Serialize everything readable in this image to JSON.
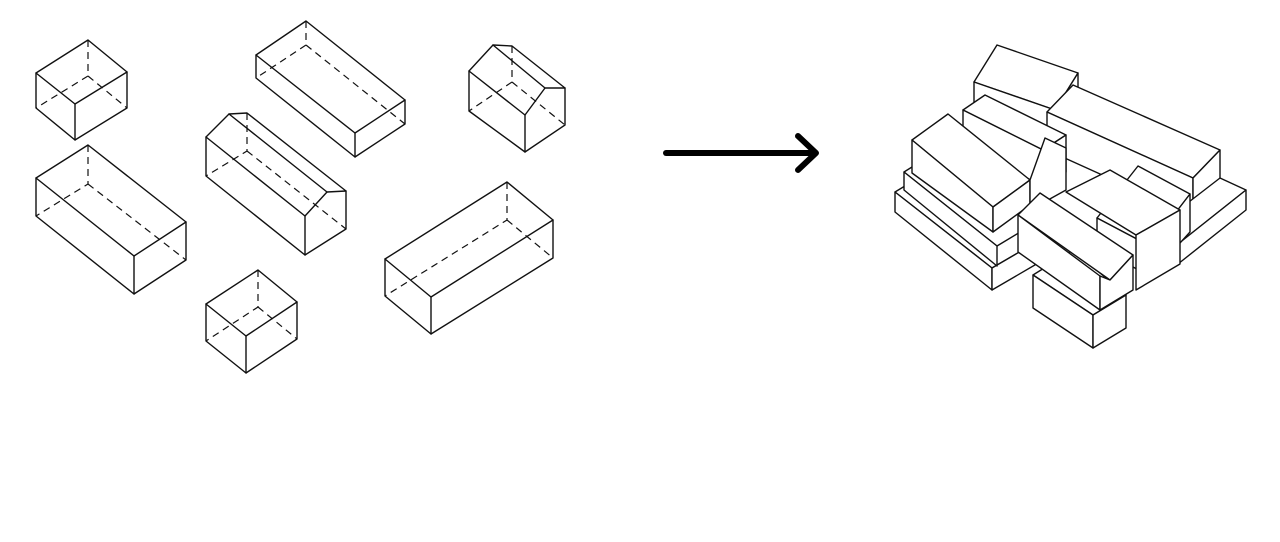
{
  "diagram": {
    "left_group": {
      "label": "",
      "items": [
        {
          "shape": "box",
          "roof": "flat"
        },
        {
          "shape": "box",
          "roof": "flat"
        },
        {
          "shape": "box",
          "roof": "flat"
        },
        {
          "shape": "box",
          "roof": "gable"
        },
        {
          "shape": "box",
          "roof": "gable"
        },
        {
          "shape": "box",
          "roof": "flat"
        },
        {
          "shape": "box",
          "roof": "flat"
        }
      ]
    },
    "arrow": {
      "direction": "right",
      "color": "#000000"
    },
    "right_group": {
      "label": "",
      "description": "clustered"
    },
    "colors": {
      "line": "#111111",
      "fill": "#ffffff",
      "background": "#ffffff"
    }
  }
}
